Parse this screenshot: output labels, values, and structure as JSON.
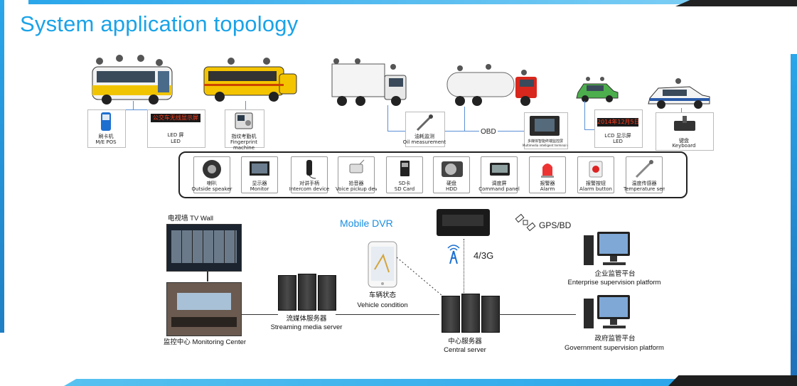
{
  "title": "System application topology",
  "colors": {
    "accent": "#1aa3e8",
    "band_blue": "#2aa6ea",
    "band_dark": "#1f1f1f",
    "link_line": "#5b8fd6"
  },
  "vehicles": [
    {
      "name": "bus-icon"
    },
    {
      "name": "school-bus-icon"
    },
    {
      "name": "truck-icon"
    },
    {
      "name": "tanker-truck-icon"
    },
    {
      "name": "taxi-icon"
    },
    {
      "name": "police-car-icon"
    }
  ],
  "top_devices": {
    "pos": {
      "cn": "刷卡机",
      "en": "M/E POS"
    },
    "led": {
      "screen": "公交车无线显示屏",
      "cn": "LED 屏",
      "en": "LED"
    },
    "fingerprint": {
      "cn": "指纹考勤机",
      "en": "Fingerprint machine"
    },
    "oil": {
      "cn": "油耗监测",
      "en": "Oil measurement"
    },
    "obd": {
      "label": "OBD"
    },
    "panel": {
      "cn": "多媒体智能终端监控屏",
      "en": "Multimedia intelligent terminal display"
    },
    "led2": {
      "screen": "2014年12月5日",
      "cn": "LCD 显示屏",
      "en": "LED"
    },
    "keyboard": {
      "cn": "键盘",
      "en": "Keyboard"
    }
  },
  "peripherals": [
    {
      "cn": "喇叭",
      "en": "Outside speaker"
    },
    {
      "cn": "显示器",
      "en": "Monitor"
    },
    {
      "cn": "对讲手柄",
      "en": "Intercom device"
    },
    {
      "cn": "拾音器",
      "en": "Voice pickup device"
    },
    {
      "cn": "SD卡",
      "en": "SD Card"
    },
    {
      "cn": "硬盘",
      "en": "HDD"
    },
    {
      "cn": "调度屏",
      "en": "Command panel"
    },
    {
      "cn": "报警器",
      "en": "Alarm"
    },
    {
      "cn": "报警按钮",
      "en": "Alarm button"
    },
    {
      "cn": "温度传感器",
      "en": "Temperature sensor"
    }
  ],
  "bottom": {
    "tv_wall": "电视墙 TV Wall",
    "monitoring_center": "监控中心 Monitoring Center",
    "streaming_cn": "流媒体服务器",
    "streaming_en": "Streaming media server",
    "mobile_dvr": "Mobile DVR",
    "vehicle_cn": "车辆状态",
    "vehicle_en": "Vehicle condition",
    "net": "4/3G",
    "gps": "GPS/BD",
    "central_cn": "中心服务器",
    "central_en": "Central server",
    "enterprise_cn": "企业监管平台",
    "enterprise_en": "Enterprise supervision platform",
    "government_cn": "政府监管平台",
    "government_en": "Government supervision platform"
  }
}
